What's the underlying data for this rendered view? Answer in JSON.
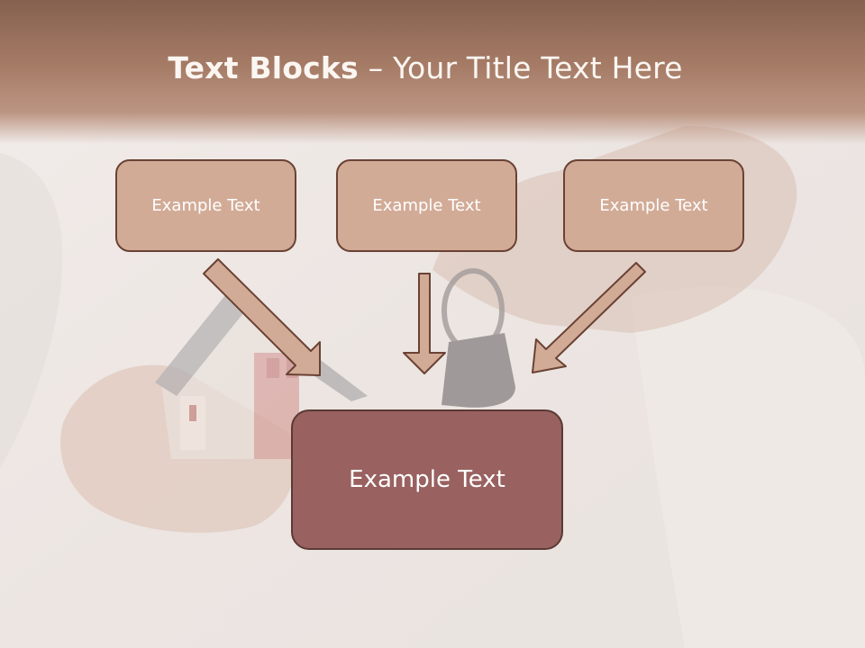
{
  "slide": {
    "title_bold": "Text Blocks",
    "title_separator": " – ",
    "title_rest": "Your Title Text Here"
  },
  "blocks": [
    {
      "text": "Example Text"
    },
    {
      "text": "Example Text"
    },
    {
      "text": "Example Text"
    }
  ],
  "main_block": {
    "text": "Example Text"
  },
  "colors": {
    "header": "#a57b66",
    "box_fill": "#d2ab97",
    "box_border": "#6a4234",
    "main_fill": "#996160",
    "arrow_fill": "#d2ab97"
  },
  "icons": {
    "background": "photo-hand-house-keys",
    "arrows": "down-arrow-icon"
  }
}
